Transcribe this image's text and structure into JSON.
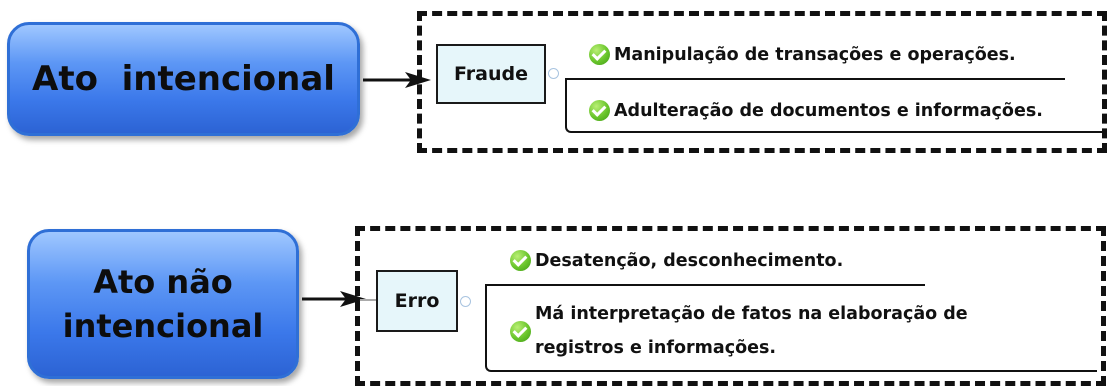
{
  "rows": [
    {
      "main_label": "Ato  intencional",
      "category": "Fraude",
      "items": [
        "Manipulação de transações e operações.",
        "Adulteração de documentos e informações."
      ]
    },
    {
      "main_label": "Ato não\nintencional",
      "category": "Erro",
      "items": [
        "Desatenção, desconhecimento.",
        "Má interpretação de fatos na elaboração de\nregistros e informações."
      ]
    }
  ],
  "colors": {
    "box_blue": "#3b78ea",
    "label_fill": "#e6f6fa",
    "check_green": "#69c52b"
  },
  "icons": [
    "check-icon",
    "arrow-icon"
  ]
}
